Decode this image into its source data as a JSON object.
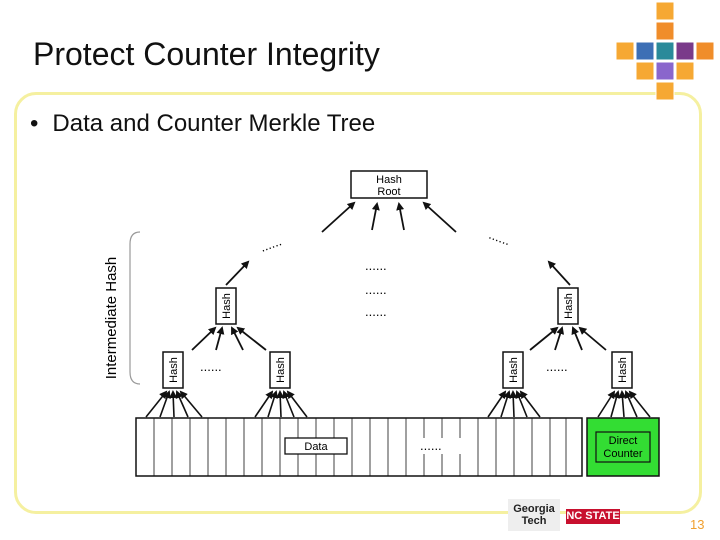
{
  "slide": {
    "title": "Protect Counter Integrity",
    "bullet": "Data and Counter Merkle Tree",
    "page_number": "13"
  },
  "diagram": {
    "root_label_line1": "Hash",
    "root_label_line2": "Root",
    "hash_label": "Hash",
    "side_label": "Intermediate Hash",
    "data_label": "Data",
    "counter_label_line1": "Direct",
    "counter_label_line2": "Counter",
    "ellipsis": "......",
    "counter_fill": "#33dd33"
  },
  "logos": {
    "georgia_tech": "Georgia Tech",
    "nc_state": "NC STATE"
  }
}
